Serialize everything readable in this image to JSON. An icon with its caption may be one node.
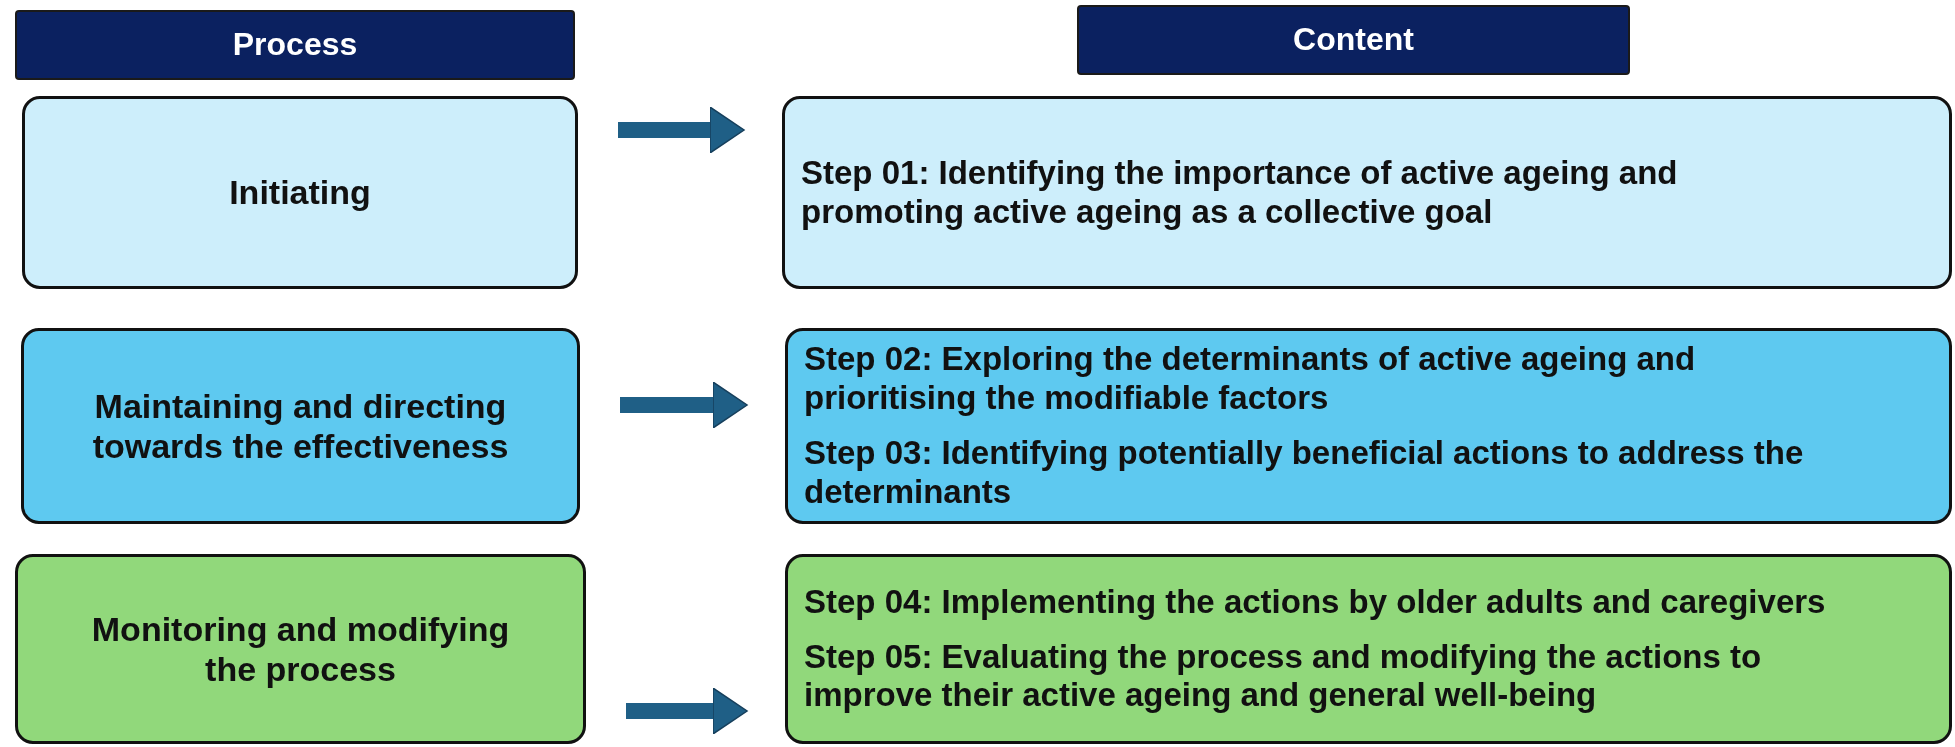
{
  "diagram": {
    "nodes": [
      {
        "text": [
          "Process"
        ]
      },
      {
        "text": [
          "Content"
        ]
      },
      {
        "text": [
          "Initiating"
        ]
      },
      {
        "text": [
          "Maintaining and directing towards the effectiveness"
        ]
      },
      {
        "text": [
          "Monitoring and modifying the process"
        ]
      },
      {
        "text": [
          "Step 01: Identifying the importance of active ageing and promoting active ageing as a collective goal"
        ]
      },
      {
        "text": [
          "Step 02: Exploring the determinants of active ageing and prioritising the modifiable factors",
          "Step 03: Identifying potentially beneficial actions to address the determinants"
        ]
      },
      {
        "text": [
          "Step 04: Implementing the actions by older adults and caregivers",
          "Step 05: Evaluating the process and modifying the actions to improve their active ageing and general well-being"
        ]
      }
    ],
    "edges": [
      {
        "from": 2,
        "to": 5,
        "arrow": "to"
      },
      {
        "from": 3,
        "to": 6,
        "arrow": "to"
      },
      {
        "from": 4,
        "to": 7,
        "arrow": "to"
      }
    ]
  }
}
